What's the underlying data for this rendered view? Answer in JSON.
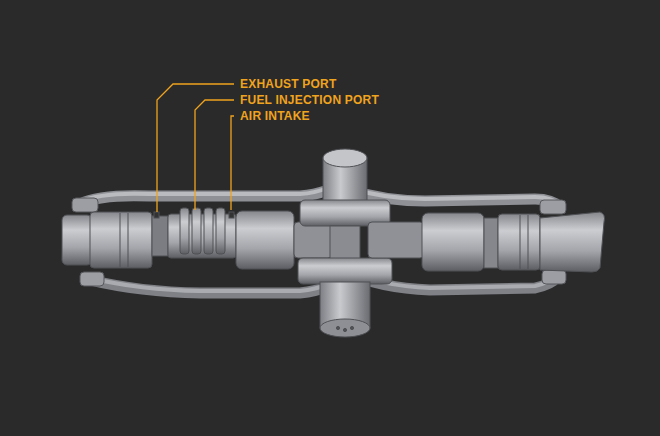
{
  "diagram": {
    "labels": [
      "EXHAUST PORT",
      "FUEL INJECTION PORT",
      "AIR INTAKE"
    ]
  }
}
